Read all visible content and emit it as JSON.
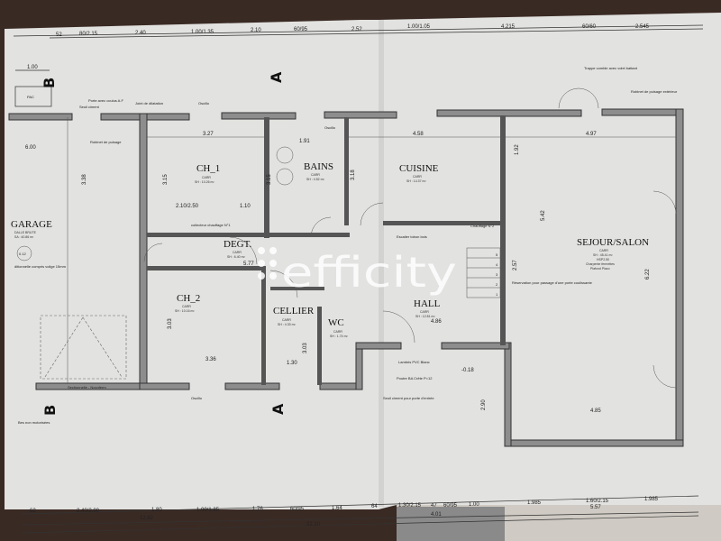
{
  "plan": {
    "top_dimensions": [
      "52",
      "80/2.15",
      "2.40",
      "1.00/1.35",
      "2.10",
      "60/95",
      "2.52",
      "1.00/1.05",
      "4.215",
      "60/60",
      "2.545"
    ],
    "bottom_dimensions": [
      "62",
      "2.40/2.00",
      "1.80",
      "1.00/1.35",
      "1.76",
      "60/95",
      "1.64",
      "64",
      "1.30/2.15",
      "47",
      "60/95",
      "1.00",
      "1.985",
      "1.60/2.15",
      "1.985"
    ],
    "bottom_subtotals": [
      "12.62",
      "4.01",
      "5.57"
    ],
    "bottom_total": "22.20",
    "section_marks": {
      "a": "A",
      "b": "B"
    },
    "rooms": {
      "garage": {
        "name": "GARAGE",
        "sub": "DALLE BRUTE",
        "area": "SA : 40.86 m²",
        "level": "0.12",
        "note": "ditionnelle compris volige 15mm"
      },
      "ch1": {
        "name": "CH_1",
        "sub": "CARR",
        "area": "SH : 10.26 m²"
      },
      "bains": {
        "name": "BAINS",
        "sub": "CARR",
        "area": "SH : 4.52 m²"
      },
      "cuisine": {
        "name": "CUISINE",
        "sub": "CARR",
        "area": "SH : 14.37 m²"
      },
      "degt": {
        "name": "DEGT.",
        "sub": "CARR",
        "area": "SH : 6.40 m²"
      },
      "ch2": {
        "name": "CH_2",
        "sub": "CARR",
        "area": "SH : 10.16 m²"
      },
      "cellier": {
        "name": "CELLIER",
        "sub": "CARR",
        "area": "SH : 4.33 m²"
      },
      "wc": {
        "name": "WC",
        "sub": "CARR",
        "area": "SH : 1.74 m²"
      },
      "hall": {
        "name": "HALL",
        "sub": "CARR",
        "area": "SH : 12.81 m²"
      },
      "sejour": {
        "name": "SEJOUR/SALON",
        "sub": "CARR",
        "area": "SH : 45.41 m²",
        "hsp": "HSP2.50",
        "note1": "Charpente fermettes",
        "note2": "Plafond Placo"
      }
    },
    "dims": {
      "d_327": "3.27",
      "d_191": "1.91",
      "d_458": "4.58",
      "d_497": "4.97",
      "d_315a": "3.15",
      "d_315b": "3.15",
      "d_318": "3.18",
      "d_210": "2.10/2.50",
      "d_110": "1.10",
      "d_577": "5.77",
      "d_303a": "3.03",
      "d_303b": "3.03",
      "d_336": "3.36",
      "d_130": "1.30",
      "d_486": "4.86",
      "d_542": "5.42",
      "d_257": "2.57",
      "d_290": "2.90",
      "d_485": "4.85",
      "d_622": "6.22",
      "d_600": "6.00",
      "d_338": "3.38",
      "d_100": "1.00",
      "d_018": "-0.18",
      "d_192": "1.92"
    },
    "notes": {
      "pac": "PAC",
      "porte": "Porte avec oculus A.F",
      "seuil": "Seuil ciment",
      "joint": "Joint de dilatation",
      "oscillo": "Oscillo",
      "robinet": "Robinet de puisage",
      "trappe": "Trappe comble avec volet battant",
      "robinet_ext": "Robinet de puisage extérieur",
      "reservation": "Réservation pour passage d'une porte coulissante",
      "lambris": "Lambris PVC Blanc",
      "poutre": "Poutre BA Crête P=12",
      "seuil_entree": "Seuil ciment pour porte d'entrée",
      "escalier": "Escalier tobon bois",
      "collecteur": "collecteur chauffage N°1",
      "chauffage2": "Chauffage N°2",
      "garage_door": "Sectionnelle - Novoferm",
      "garage_bottom": "Bes non motorisées"
    },
    "stair_steps": [
      "1",
      "2",
      "3",
      "4",
      "5"
    ],
    "watermark": "efficity"
  }
}
